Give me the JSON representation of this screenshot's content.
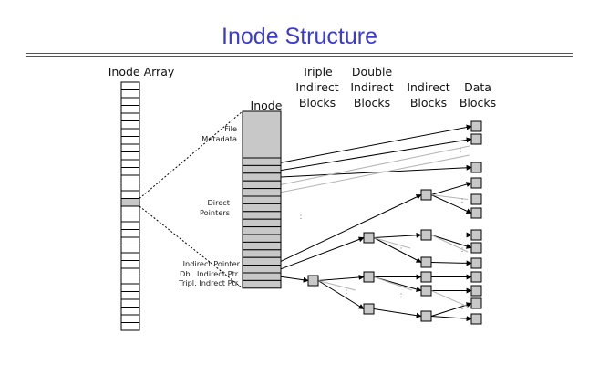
{
  "title": "Inode Structure",
  "labels": {
    "inode_array": "Inode Array",
    "inode": "Inode",
    "triple": [
      "Triple",
      "Indirect",
      "Blocks"
    ],
    "double": [
      "Double",
      "Indirect",
      "Blocks"
    ],
    "indirect": [
      "Indirect",
      "Blocks"
    ],
    "data": [
      "Data",
      "Blocks"
    ],
    "file_metadata": [
      "File",
      "Metadata"
    ],
    "direct_pointers": [
      "Direct",
      "Pointers"
    ],
    "indirect_pointer": "Indirect Pointer",
    "dbl_indirect_ptr": "Dbl. Indirect Ptr.",
    "tripl_indirect_ptr": "Tripl. Indrect Ptr."
  },
  "colors": {
    "title": "#3a3ad6",
    "block_fill": "#c8c8c8",
    "line": "#000000",
    "faint_line": "#b4b4b4"
  },
  "ellipsis": ":"
}
